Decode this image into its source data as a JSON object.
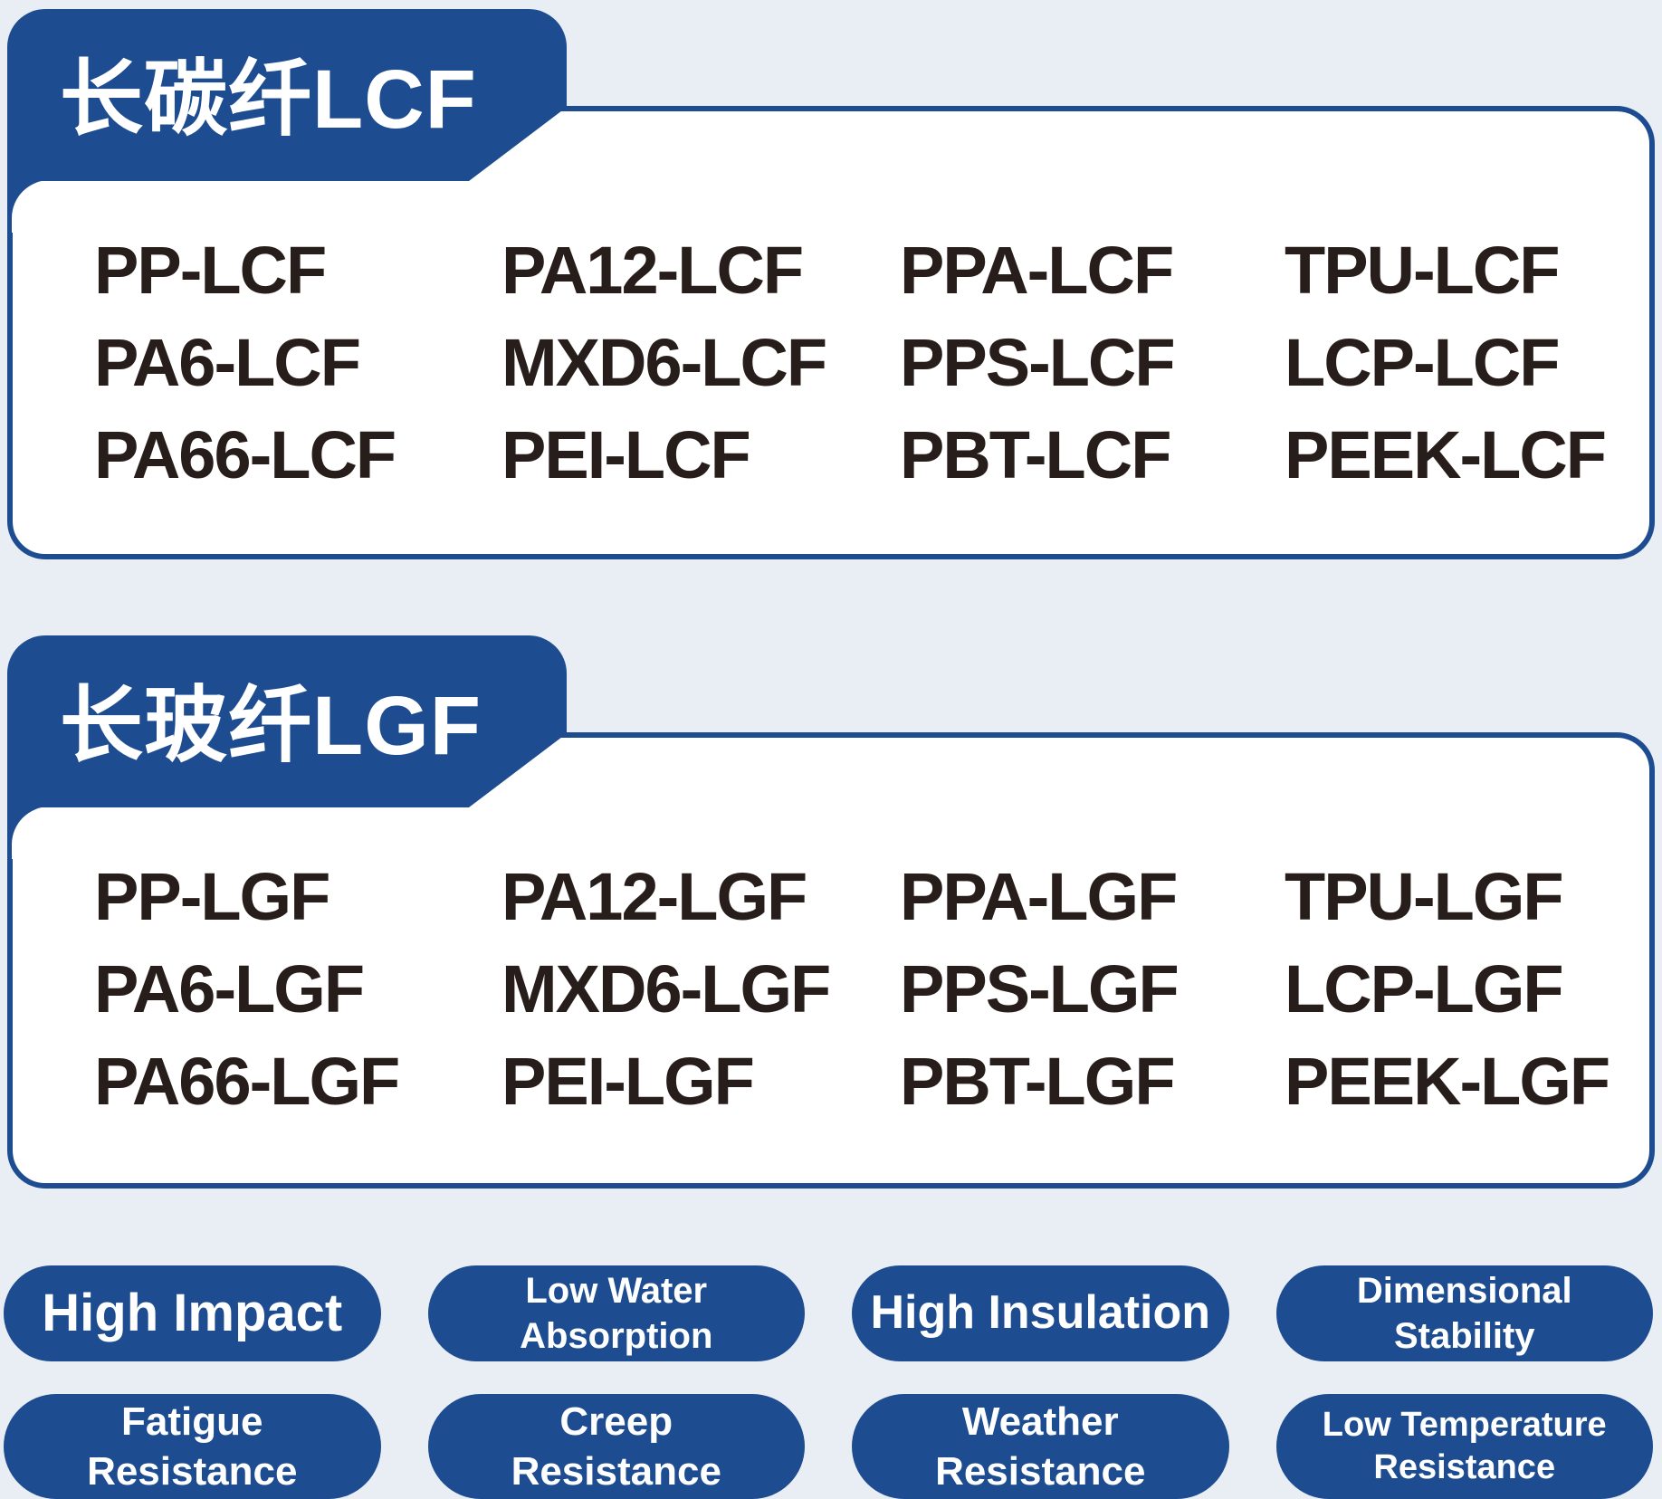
{
  "colors": {
    "background": "#e9eef5",
    "primary_blue": "#1d4c90",
    "card_background": "#ffffff",
    "title_text": "#ffffff",
    "material_text": "#271e1b",
    "badge_text": "#ffffff"
  },
  "sections": [
    {
      "title": "长碳纤LCF",
      "rows": [
        [
          "PP-LCF",
          "PA12-LCF",
          "PPA-LCF",
          "TPU-LCF"
        ],
        [
          "PA6-LCF",
          "MXD6-LCF",
          "PPS-LCF",
          "LCP-LCF"
        ],
        [
          "PA66-LCF",
          "PEI-LCF",
          "PBT-LCF",
          "PEEK-LCF"
        ]
      ]
    },
    {
      "title": "长玻纤LGF",
      "rows": [
        [
          "PP-LGF",
          "PA12-LGF",
          "PPA-LGF",
          "TPU-LGF"
        ],
        [
          "PA6-LGF",
          "MXD6-LGF",
          "PPS-LGF",
          "LCP-LGF"
        ],
        [
          "PA66-LGF",
          "PEI-LGF",
          "PBT-LGF",
          "PEEK-LGF"
        ]
      ]
    }
  ],
  "badges": [
    {
      "line1": "High Impact"
    },
    {
      "line1": "Low Water",
      "line2": "Absorption"
    },
    {
      "line1": "High Insulation"
    },
    {
      "line1": "Dimensional",
      "line2": "Stability"
    },
    {
      "line1": "Fatigue",
      "line2": "Resistance"
    },
    {
      "line1": "Creep",
      "line2": "Resistance"
    },
    {
      "line1": "Weather",
      "line2": "Resistance"
    },
    {
      "line1": "Low Temperature",
      "line2": "Resistance"
    }
  ]
}
